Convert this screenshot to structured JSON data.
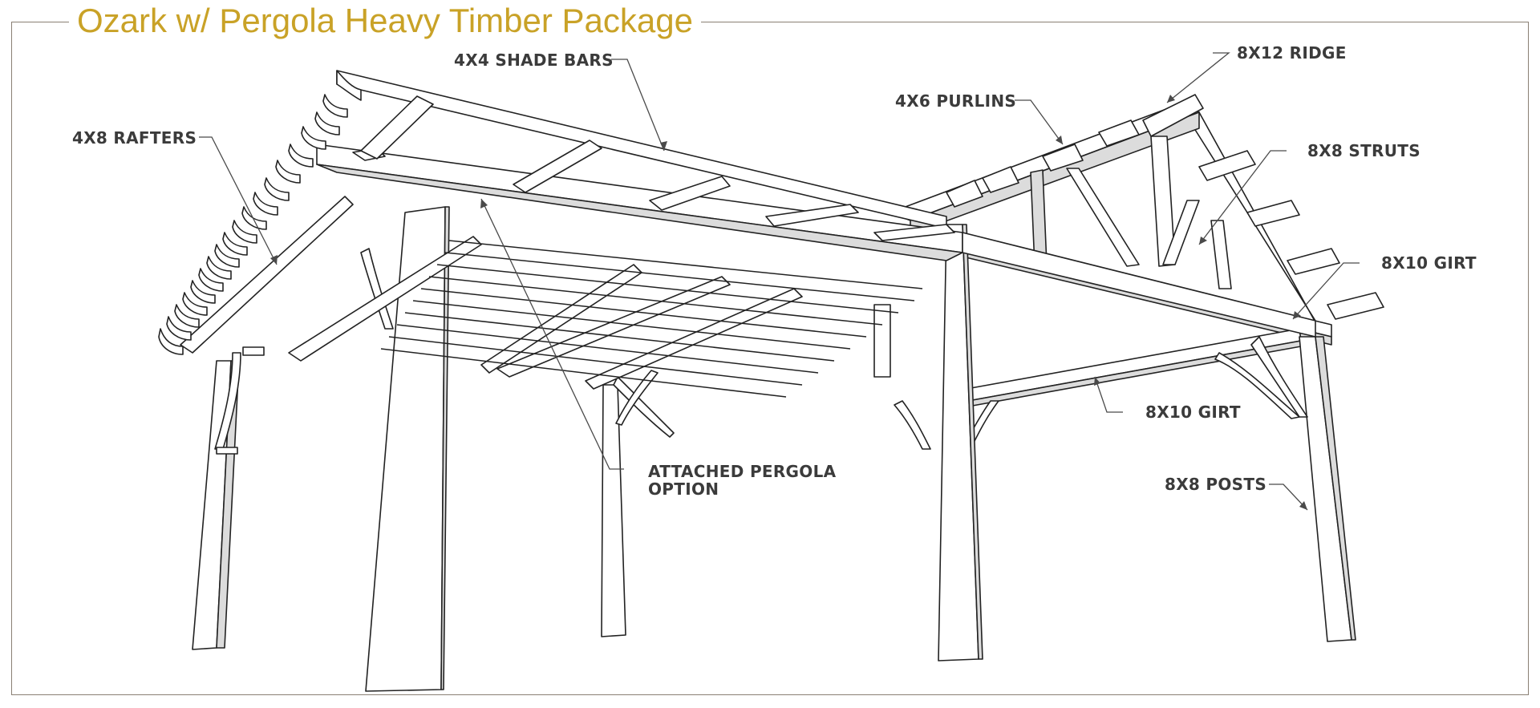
{
  "title": "Ozark w/ Pergola Heavy Timber Package",
  "colors": {
    "title": "#c9a227",
    "frame": "#8a7f74",
    "label": "#3b3b3b",
    "timber_fill": "#ffffff",
    "timber_shade": "#dcdcdc",
    "timber_dark": "#a9a9a9"
  },
  "labels": {
    "shade_bars": "4X4 SHADE BARS",
    "rafters": "4X8 RAFTERS",
    "purlins": "4X6 PURLINS",
    "ridge": "8X12 RIDGE",
    "struts": "8X8 STRUTS",
    "girt_right": "8X10 GIRT",
    "girt_front": "8X10 GIRT",
    "pergola_line1": "ATTACHED PERGOLA",
    "pergola_line2": "OPTION",
    "posts": "8X8 POSTS"
  }
}
